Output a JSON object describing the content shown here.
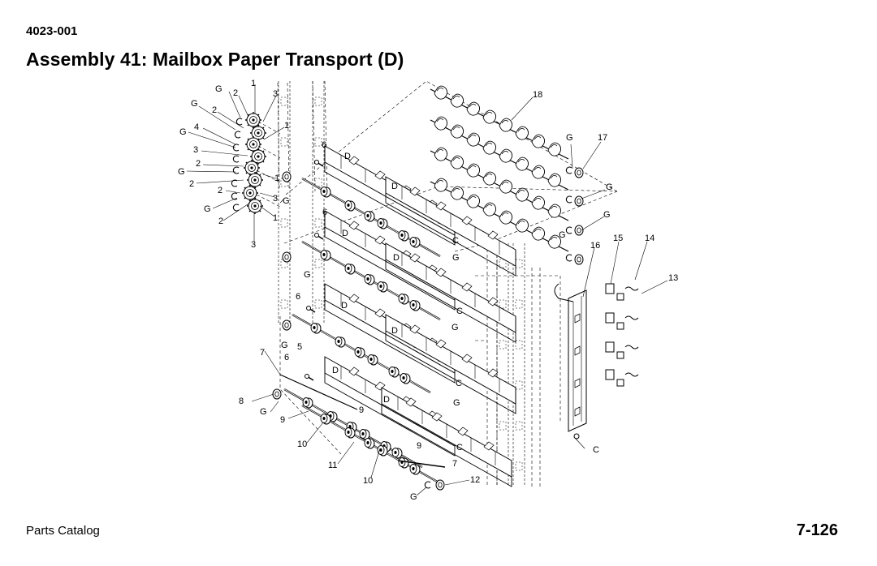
{
  "header": {
    "model": "4023-001",
    "title": "Assembly 41:  Mailbox Paper Transport (D)"
  },
  "footer": {
    "left": "Parts Catalog",
    "right": "7-126"
  },
  "callouts": {
    "left": [
      {
        "t": "G"
      },
      {
        "t": "2"
      },
      {
        "t": "1"
      },
      {
        "t": "3"
      },
      {
        "t": "G"
      },
      {
        "t": "2"
      },
      {
        "t": "1"
      },
      {
        "t": "4"
      },
      {
        "t": "G"
      },
      {
        "t": "3"
      },
      {
        "t": "2"
      },
      {
        "t": "G"
      },
      {
        "t": "1"
      },
      {
        "t": "2"
      },
      {
        "t": "2"
      },
      {
        "t": "3"
      },
      {
        "t": "G"
      },
      {
        "t": "1"
      },
      {
        "t": "2"
      },
      {
        "t": "3"
      }
    ],
    "center": [
      {
        "t": "6"
      },
      {
        "t": "D"
      },
      {
        "t": "D"
      },
      {
        "t": "G"
      },
      {
        "t": "6"
      },
      {
        "t": "D"
      },
      {
        "t": "C"
      },
      {
        "t": "D"
      },
      {
        "t": "G"
      },
      {
        "t": "G"
      },
      {
        "t": "6"
      },
      {
        "t": "D"
      },
      {
        "t": "C"
      },
      {
        "t": "D"
      },
      {
        "t": "G"
      },
      {
        "t": "G"
      },
      {
        "t": "5"
      },
      {
        "t": "7"
      },
      {
        "t": "6"
      },
      {
        "t": "D"
      },
      {
        "t": "C"
      },
      {
        "t": "8"
      },
      {
        "t": "D"
      },
      {
        "t": "G"
      },
      {
        "t": "G"
      },
      {
        "t": "9"
      },
      {
        "t": "9"
      },
      {
        "t": "10"
      },
      {
        "t": "9"
      },
      {
        "t": "C"
      },
      {
        "t": "11"
      },
      {
        "t": "7"
      },
      {
        "t": "10"
      },
      {
        "t": "12"
      },
      {
        "t": "G"
      }
    ],
    "right": [
      {
        "t": "18"
      },
      {
        "t": "G"
      },
      {
        "t": "17"
      },
      {
        "t": "G"
      },
      {
        "t": "G"
      },
      {
        "t": "G"
      },
      {
        "t": "15"
      },
      {
        "t": "14"
      },
      {
        "t": "16"
      },
      {
        "t": "13"
      },
      {
        "t": "C"
      }
    ]
  }
}
